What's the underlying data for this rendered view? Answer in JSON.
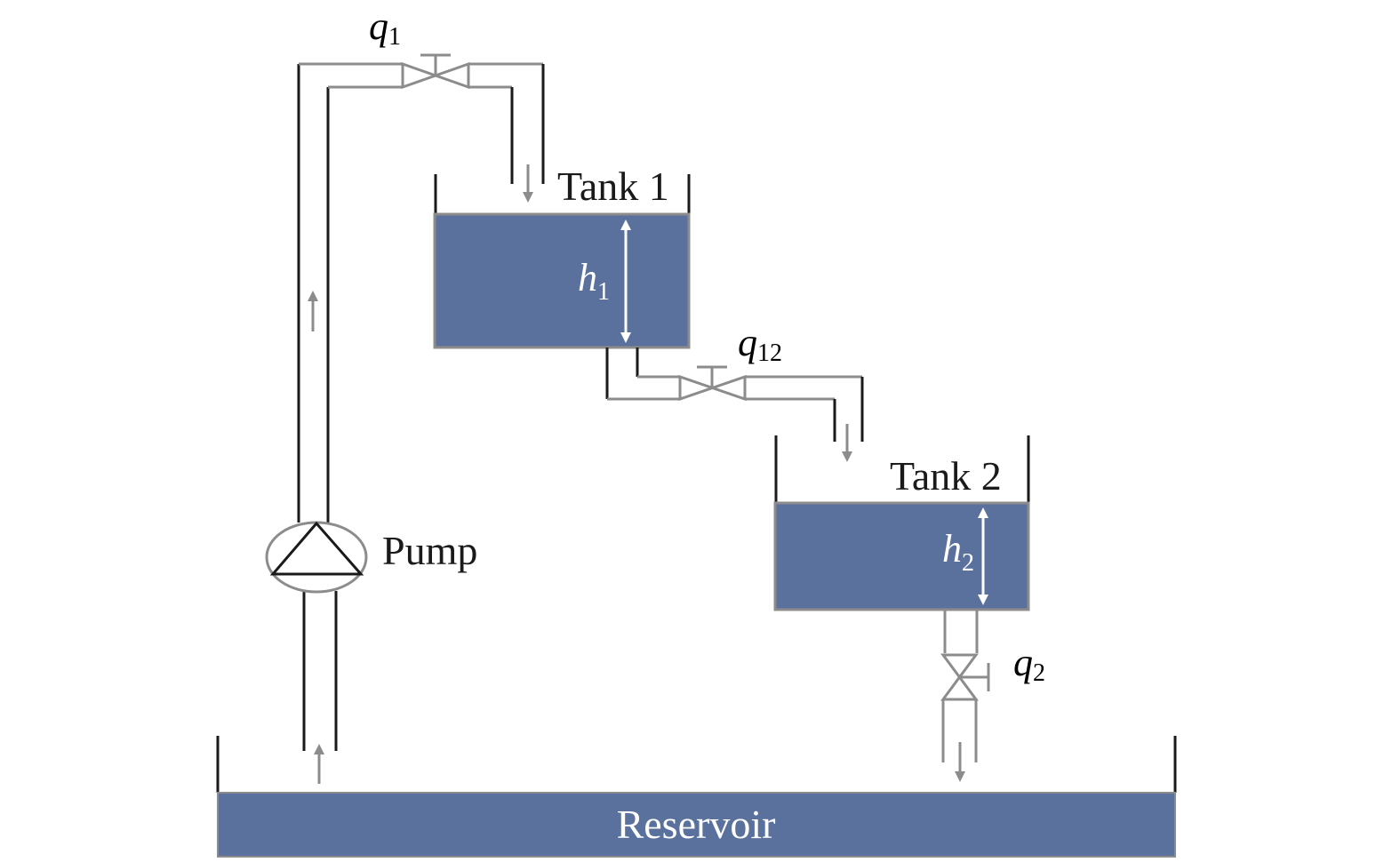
{
  "labels": {
    "tank1": "Tank 1",
    "tank2": "Tank 2",
    "pump": "Pump",
    "reservoir": "Reservoir"
  },
  "flows": {
    "q1": {
      "symbol": "q",
      "subscript": "1"
    },
    "q12": {
      "symbol": "q",
      "subscript": "12"
    },
    "q2": {
      "symbol": "q",
      "subscript": "2"
    }
  },
  "levels": {
    "h1": {
      "symbol": "h",
      "subscript": "1"
    },
    "h2": {
      "symbol": "h",
      "subscript": "2"
    }
  },
  "colors": {
    "water": "#5a719e",
    "pipe_dark": "#1a1a1a",
    "pipe_gray": "#8c8c8c",
    "arrow_gray": "#8c8c8c",
    "level_arrow": "#ffffff"
  }
}
